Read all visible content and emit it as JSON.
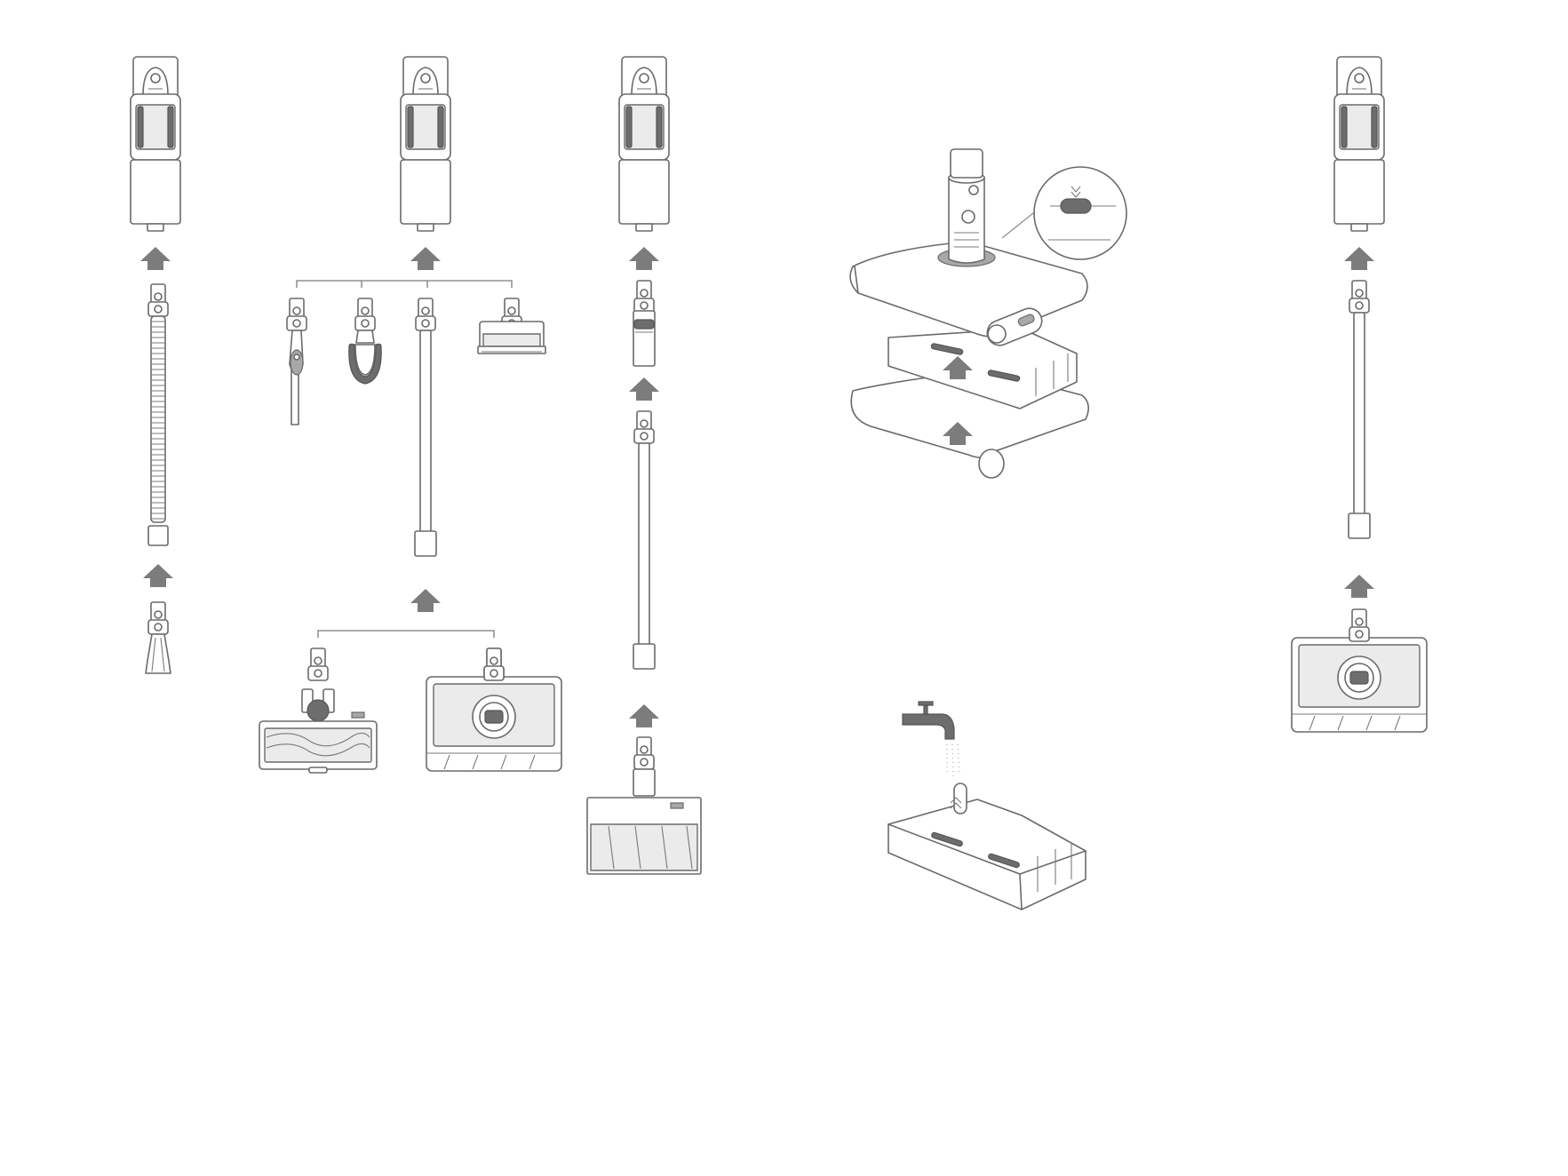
{
  "diagram": {
    "panels": [
      {
        "id": "flex-hose-assembly",
        "parts": [
          "vacuum-body",
          "flexible-hose",
          "crevice-nozzle"
        ]
      },
      {
        "id": "accessory-options",
        "parts": [
          "vacuum-body",
          "crevice-tool",
          "brush-tool",
          "extension-tube",
          "mini-motorized-head",
          "floor-brush-head",
          "mop-head"
        ]
      },
      {
        "id": "stick-assembly",
        "parts": [
          "vacuum-body",
          "adapter",
          "extension-tube",
          "floor-brush-head"
        ]
      },
      {
        "id": "water-tank",
        "parts": [
          "mop-module",
          "release-button",
          "water-tank",
          "water-tap"
        ]
      },
      {
        "id": "mop-assembly",
        "parts": [
          "vacuum-body",
          "extension-tube",
          "mop-head"
        ]
      }
    ],
    "icons": [
      "up-arrow-icon",
      "release-button-icon",
      "water-tap-icon"
    ],
    "colors": {
      "line": "#6a6a6a",
      "arrow": "#7c7c7c",
      "fill": "#ffffff"
    }
  }
}
